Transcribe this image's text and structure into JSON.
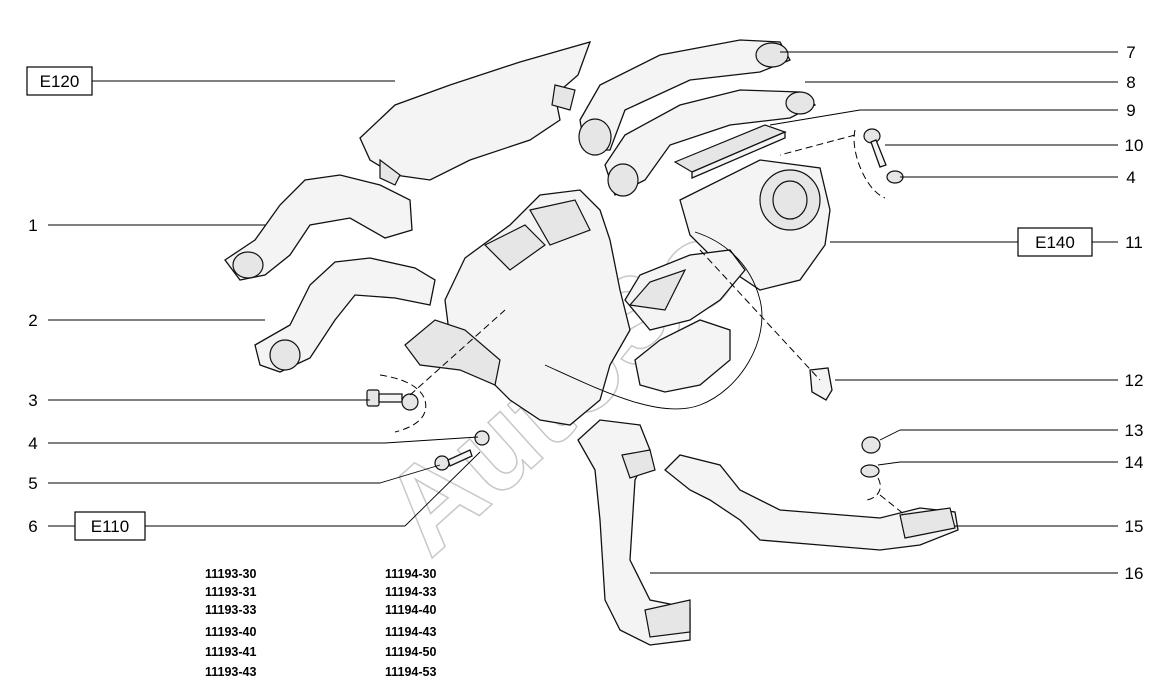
{
  "callouts": {
    "c1": "1",
    "c2": "2",
    "c3": "3",
    "c4a": "4",
    "c5": "5",
    "c6": "6",
    "c7": "7",
    "c8": "8",
    "c9": "9",
    "c10": "10",
    "c4b": "4",
    "c11": "11",
    "c12": "12",
    "c13": "13",
    "c14": "14",
    "c15": "15",
    "c16": "16"
  },
  "boxed_refs": {
    "e120": "E120",
    "e140": "E140",
    "e110": "E110"
  },
  "model_codes": {
    "left": [
      "11193-30",
      "11193-31",
      "11193-33",
      "11193-40",
      "11193-41",
      "11193-43"
    ],
    "right": [
      "11194-30",
      "11194-33",
      "11194-40",
      "11194-43",
      "11194-50",
      "11194-53"
    ]
  },
  "watermark": "AutoSoft"
}
